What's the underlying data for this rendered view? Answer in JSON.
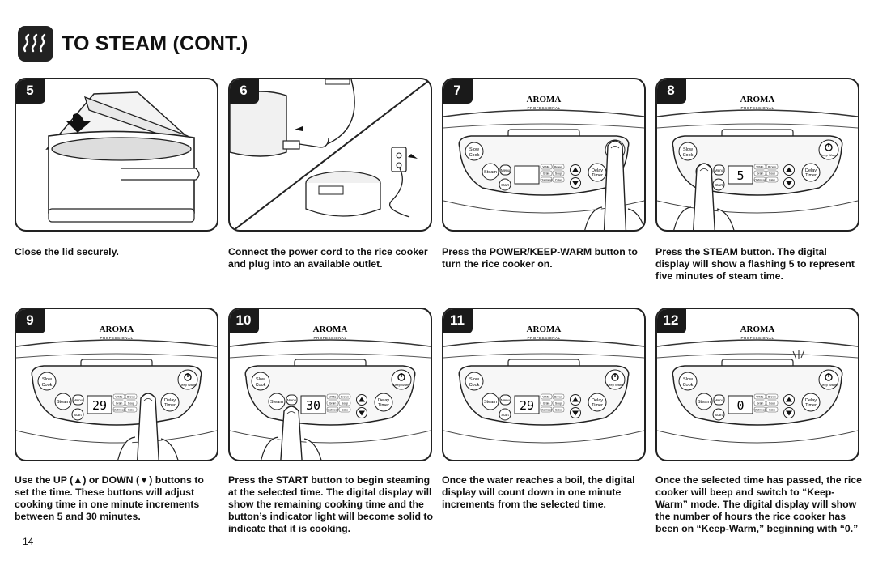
{
  "header": {
    "title": "TO STEAM (CONT.)",
    "icon": "steam-icon"
  },
  "brand": {
    "name": "AROMA",
    "tagline": "PROFESSIONAL"
  },
  "control_labels": {
    "slow_cook": "Slow Cook",
    "steam": "Steam",
    "menu": "Menu",
    "start": "Start",
    "delay_timer": "Delay Timer",
    "keep_warm": "Keep Warm",
    "white": "White",
    "brown": "Brown",
    "grain": "Grain",
    "soup": "Soup",
    "oatmeal": "Oatmeal",
    "cake": "Cake"
  },
  "steps": [
    {
      "number": "5",
      "caption": "Close the lid securely."
    },
    {
      "number": "6",
      "caption": "Connect the power cord to the rice cooker and plug into an available outlet."
    },
    {
      "number": "7",
      "caption": "Press the POWER/KEEP-WARM button to turn the rice cooker on.",
      "display": ""
    },
    {
      "number": "8",
      "caption": "Press the STEAM button. The digital display will show a flashing 5 to represent five minutes of steam time.",
      "display": "5"
    },
    {
      "number": "9",
      "caption": "Use the UP (▲) or DOWN (▼) buttons to set the time. These buttons will adjust cooking time in one minute increments between 5 and 30 minutes.",
      "display": "29"
    },
    {
      "number": "10",
      "caption": "Press the START button to begin steaming at the selected time. The digital display will show the remaining cooking time and the button’s indicator light will become solid to indicate that it is cooking.",
      "display": "30"
    },
    {
      "number": "11",
      "caption": "Once the water reaches a boil, the digital display will count down in one minute increments from the selected time.",
      "display": "29"
    },
    {
      "number": "12",
      "caption": "Once the selected time has passed, the rice cooker will beep and switch to “Keep-Warm” mode. The digital display will show the number of hours the rice cooker has been on “Keep-Warm,” beginning with “0.”",
      "display": "0"
    }
  ],
  "footer": {
    "page_number": "14"
  }
}
